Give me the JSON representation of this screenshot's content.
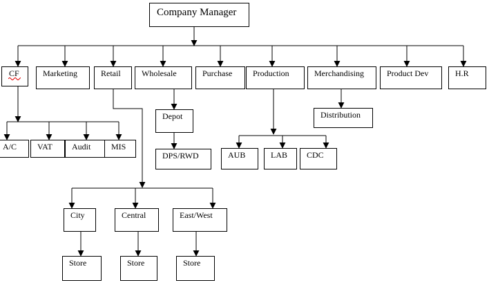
{
  "chart_data": {
    "type": "org-chart",
    "root": "Company Manager",
    "departments": [
      "CF",
      "Marketing",
      "Retail",
      "Wholesale",
      "Purchase",
      "Production",
      "Merchandising",
      "Product Dev",
      "H.R"
    ],
    "children": {
      "CF": [
        "A/C",
        "VAT",
        "Audit",
        "MIS"
      ],
      "Retail": [
        "City",
        "Central",
        "East/West"
      ],
      "City": [
        "Store"
      ],
      "Central": [
        "Store"
      ],
      "East/West": [
        "Store"
      ],
      "Wholesale": [
        "Depot"
      ],
      "Depot": [
        "DPS/RWD"
      ],
      "Production": [
        "AUB",
        "LAB",
        "CDC"
      ],
      "Merchandising": [
        "Distribution"
      ]
    }
  },
  "nodes": {
    "company_manager": "Company Manager",
    "cf": "CF",
    "marketing": "Marketing",
    "retail": "Retail",
    "wholesale": "Wholesale",
    "purchase": "Purchase",
    "production": "Production",
    "merchandising": "Merchandising",
    "product_dev": "Product Dev",
    "hr": "H.R",
    "ac": "A/C",
    "vat": "VAT",
    "audit": "Audit",
    "mis": "MIS",
    "depot": "Depot",
    "dps_rwd": "DPS/RWD",
    "distribution": "Distribution",
    "aub": "AUB",
    "lab": "LAB",
    "cdc": "CDC",
    "city": "City",
    "central": "Central",
    "east_west": "East/West",
    "store_city": "Store",
    "store_central": "Store",
    "store_east_west": "Store"
  }
}
